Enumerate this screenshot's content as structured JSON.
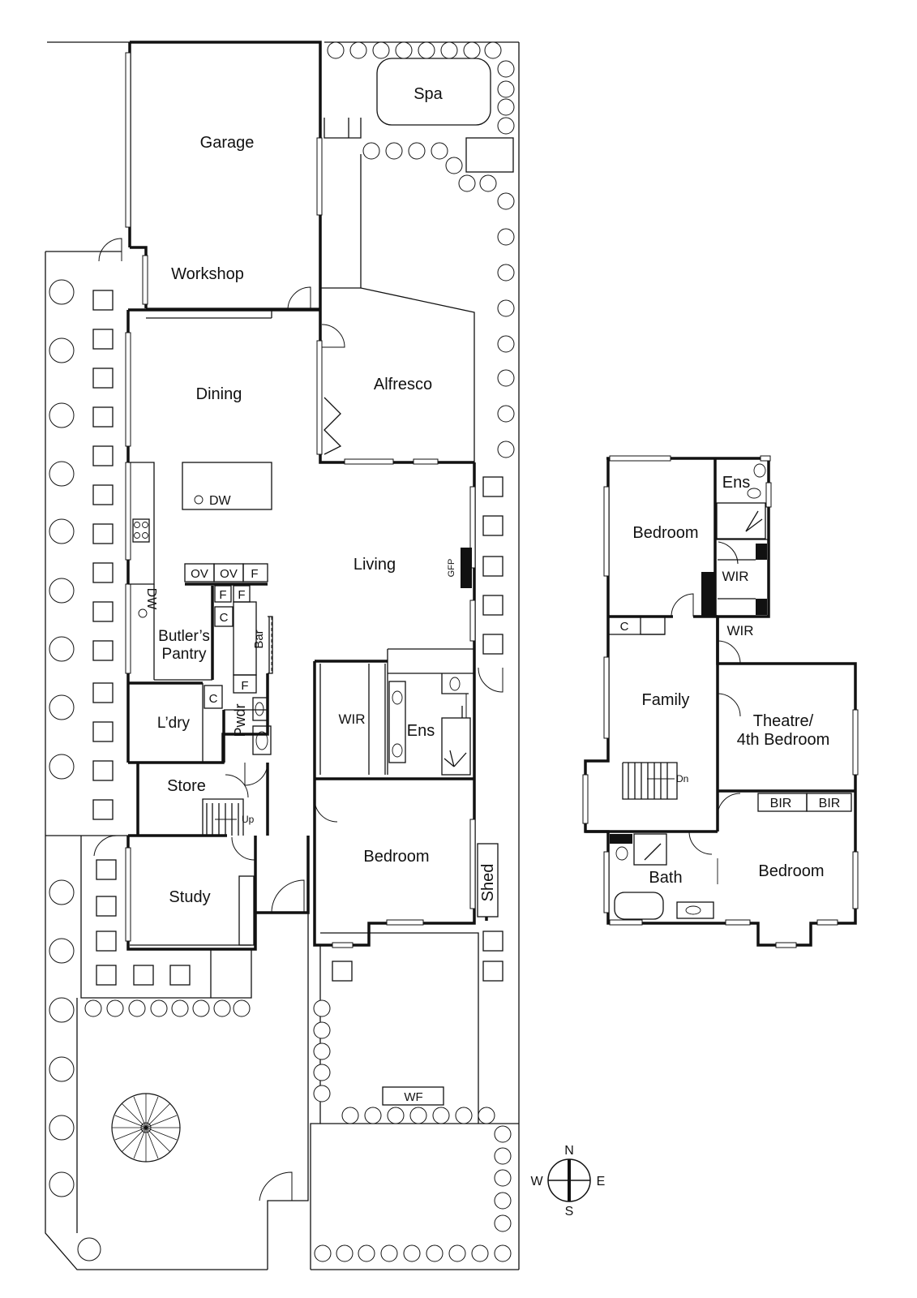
{
  "ground_floor": {
    "rooms": {
      "garage": "Garage",
      "workshop": "Workshop",
      "spa": "Spa",
      "dining": "Dining",
      "alfresco": "Alfresco",
      "living": "Living",
      "butlers_pantry_line1": "Butler’s",
      "butlers_pantry_line2": "Pantry",
      "laundry": "L’dry",
      "powder": "Pwdr",
      "store": "Store",
      "study": "Study",
      "wir": "WIR",
      "ensuite": "Ens",
      "bedroom": "Bedroom",
      "shed": "Shed"
    },
    "fixtures": {
      "dw_island": "DW",
      "dw_pantry": "DW",
      "oven1": "OV",
      "oven2": "OV",
      "fridge1": "F",
      "fridge2": "F",
      "fridge3": "F",
      "fridge4": "F",
      "cupboard1": "C",
      "cupboard2": "C",
      "bar": "Bar",
      "gfp": "GFP",
      "stairs_up": "Up",
      "wf": "WF"
    }
  },
  "upper_floor": {
    "rooms": {
      "bedroom1": "Bedroom",
      "ensuite": "Ens",
      "wir1": "WIR",
      "wir2": "WIR",
      "family": "Family",
      "theatre_line1": "Theatre/",
      "theatre_line2": "4th Bedroom",
      "bir1": "BIR",
      "bir2": "BIR",
      "bath": "Bath",
      "bedroom2": "Bedroom"
    },
    "fixtures": {
      "cupboard": "C",
      "stairs_down": "Dn"
    }
  },
  "compass": {
    "north": "N",
    "south": "S",
    "east": "E",
    "west": "W"
  }
}
